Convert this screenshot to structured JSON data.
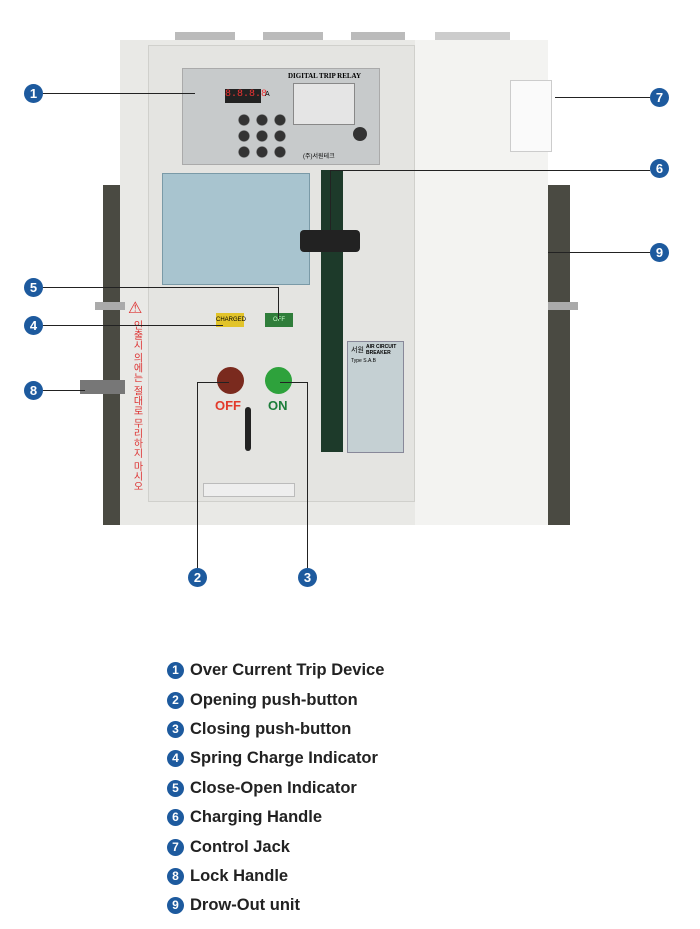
{
  "relay": {
    "title": "DIGITAL TRIP RELAY",
    "display": "8.8.8.8",
    "unit": "A",
    "brand": "(주)서원테크"
  },
  "indicators": {
    "charge": "CHARGED",
    "state": "OFF"
  },
  "buttons": {
    "off": "OFF",
    "on": "ON"
  },
  "warning_text": "인출시 의에는 절대로 무리하지 마시오",
  "nameplate": {
    "kr": "서원",
    "title": "AIR CIRCUIT BREAKER",
    "type": "Type S.A.B"
  },
  "callouts": [
    "1",
    "2",
    "3",
    "4",
    "5",
    "6",
    "7",
    "8",
    "9"
  ],
  "legend": [
    {
      "num": "1",
      "label": "Over Current Trip Device"
    },
    {
      "num": "2",
      "label": "Opening push-button"
    },
    {
      "num": "3",
      "label": "Closing push-button"
    },
    {
      "num": "4",
      "label": "Spring Charge Indicator"
    },
    {
      "num": "5",
      "label": "Close-Open Indicator"
    },
    {
      "num": "6",
      "label": "Charging Handle"
    },
    {
      "num": "7",
      "label": "Control Jack"
    },
    {
      "num": "8",
      "label": "Lock Handle"
    },
    {
      "num": "9",
      "label": "Drow-Out unit"
    }
  ],
  "colors": {
    "badge": "#1d5a9e",
    "off": "#e23a2a",
    "on": "#1c7d3a"
  }
}
